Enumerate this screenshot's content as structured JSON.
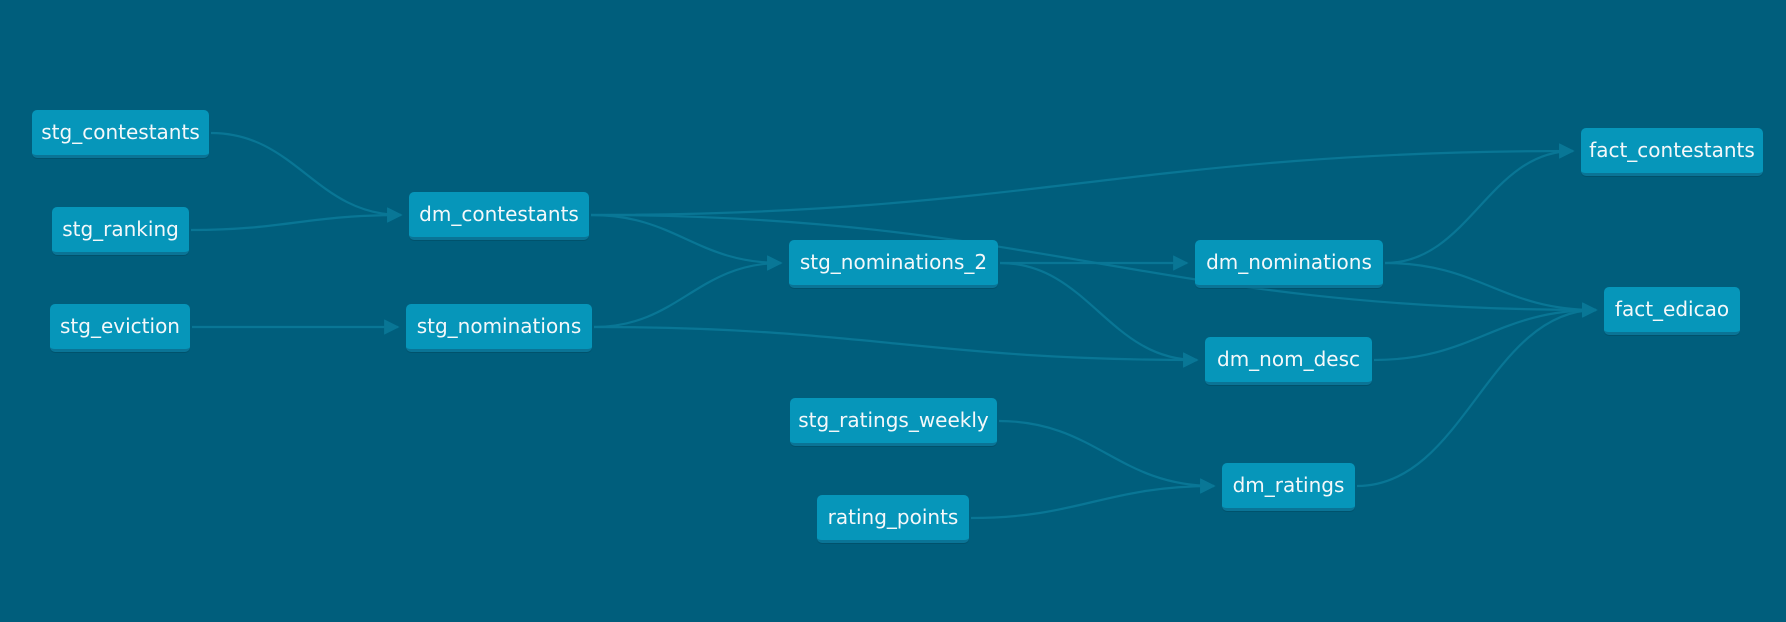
{
  "colors": {
    "background": "#005e7c",
    "node_fill": "#0696ba",
    "edge": "#0a7897",
    "text": "#f4f8fa"
  },
  "nodes": {
    "stg_contestants": "stg_contestants",
    "stg_ranking": "stg_ranking",
    "stg_eviction": "stg_eviction",
    "dm_contestants": "dm_contestants",
    "stg_nominations": "stg_nominations",
    "stg_nominations_2": "stg_nominations_2",
    "stg_ratings_weekly": "stg_ratings_weekly",
    "rating_points": "rating_points",
    "dm_nominations": "dm_nominations",
    "dm_nom_desc": "dm_nom_desc",
    "dm_ratings": "dm_ratings",
    "fact_contestants": "fact_contestants",
    "fact_edicao": "fact_edicao"
  },
  "edges": [
    [
      "stg_contestants",
      "dm_contestants"
    ],
    [
      "stg_ranking",
      "dm_contestants"
    ],
    [
      "stg_eviction",
      "stg_nominations"
    ],
    [
      "dm_contestants",
      "stg_nominations_2"
    ],
    [
      "dm_contestants",
      "fact_contestants"
    ],
    [
      "dm_contestants",
      "fact_edicao"
    ],
    [
      "stg_nominations",
      "stg_nominations_2"
    ],
    [
      "stg_nominations",
      "dm_nom_desc"
    ],
    [
      "stg_nominations_2",
      "dm_nominations"
    ],
    [
      "stg_nominations_2",
      "dm_nom_desc"
    ],
    [
      "stg_ratings_weekly",
      "dm_ratings"
    ],
    [
      "rating_points",
      "dm_ratings"
    ],
    [
      "dm_nominations",
      "fact_contestants"
    ],
    [
      "dm_nominations",
      "fact_edicao"
    ],
    [
      "dm_nom_desc",
      "fact_edicao"
    ],
    [
      "dm_ratings",
      "fact_edicao"
    ]
  ]
}
